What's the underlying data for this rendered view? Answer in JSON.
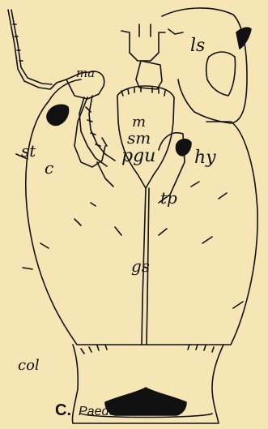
{
  "figure": {
    "letter": "C.",
    "caption": "Paederus",
    "background": "#f6e6b6",
    "ink": "#111111"
  },
  "labels": {
    "ma": "ma",
    "ls": "ls",
    "st": "st",
    "c": "c",
    "m": "m",
    "sm": "sm",
    "pgu": "pgu",
    "hy": "hy",
    "tp": "tp",
    "gs": "gs",
    "col": "col"
  }
}
